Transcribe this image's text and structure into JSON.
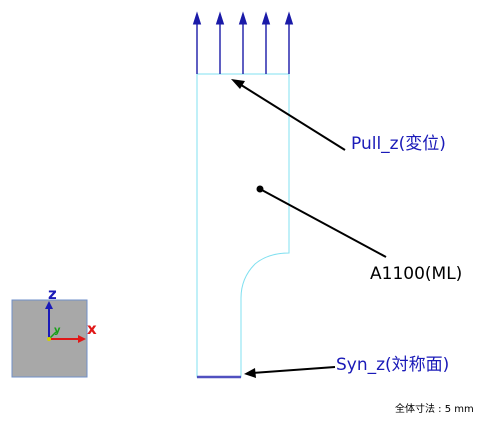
{
  "labels": {
    "pull": "Pull_z(変位)",
    "material": "A1100(ML)",
    "sym": "Syn_z(対称面)"
  },
  "triad": {
    "z": "z",
    "x": "x",
    "y": "y"
  },
  "scale_text": "全体寸法 : 5 mm",
  "colors": {
    "outline": "#80e0f0",
    "arrows": "#1a1aa8",
    "pull_label": "#1a1ab8",
    "material_label": "#000000",
    "sym_label": "#1a1ab8",
    "sym_edge": "#5050c0",
    "leader": "#000000",
    "triad_bg": "#a8a8a8",
    "triad_border": "#6f8fc8",
    "axis_x": "#e01818",
    "axis_y": "#18a018",
    "axis_z": "#1a1ab8"
  }
}
